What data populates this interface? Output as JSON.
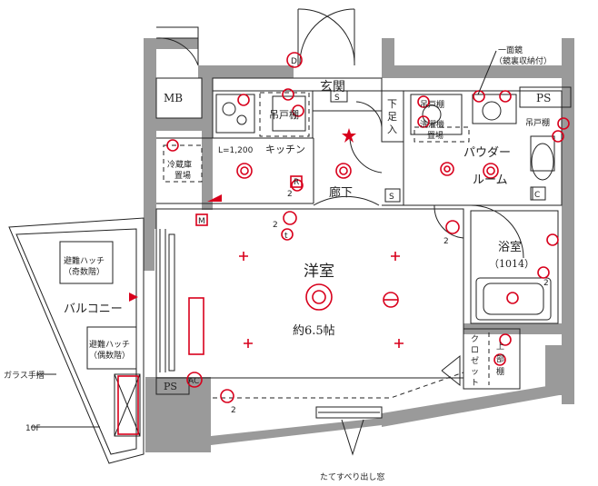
{
  "labels": {
    "mb": "MB",
    "genkan": "玄関",
    "shitabako": "下足入",
    "tsuritodana_kitchen": "吊戸棚",
    "kitchen": "キッチン",
    "kitchen_length": "L=1,200",
    "fridge_line1": "冷蔵庫",
    "fridge_line2": "置場",
    "rouka": "廊下",
    "ps_top": "PS",
    "ichimenkyo": "一面鏡",
    "ichimenkyo_sub": "（鏡裏収納付）",
    "tsuritodana_washer": "吊戸棚",
    "washer_line1": "洗濯機",
    "washer_line2": "置場",
    "tsuritodana_right": "吊戸棚",
    "powder_line1": "パウダー",
    "powder_line2": "ルーム",
    "yokushitsu": "浴室",
    "yokushitsu_size": "（1014）",
    "yoshitsu": "洋室",
    "yoshitsu_size": "約6.5帖",
    "balcony": "バルコニー",
    "hatch_odd_1": "避難ハッチ",
    "hatch_odd_2": "（奇数階）",
    "hatch_even_1": "避難ハッチ",
    "hatch_even_2": "（偶数階）",
    "glass_rail": "ガラス手摺",
    "floor_10f": "10F",
    "ps_bottom": "PS",
    "closet": "クロゼット",
    "jobudana": "上部棚",
    "window_note": "たてすべり出し窓"
  },
  "symbols": {
    "door_d": "D",
    "switch_s1": "S",
    "switch_s2": "S",
    "sensor_r": "R",
    "meter_m": "M",
    "cabinet_c": "C",
    "ac": "AC",
    "outlet_t": "t",
    "count_2": "2"
  },
  "colors": {
    "wall": "#9a9a9a",
    "line": "#222222",
    "electric": "#d8001c"
  }
}
